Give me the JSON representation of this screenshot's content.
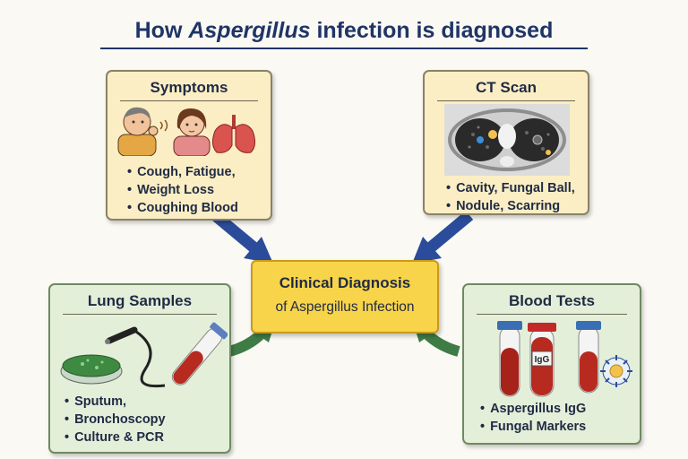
{
  "title": {
    "prefix": "How ",
    "italic": "Aspergillus",
    "suffix": " infection is diagnosed"
  },
  "symptoms": {
    "title": "Symptoms",
    "items": [
      "Cough, Fatigue,",
      "Weight Loss",
      "Coughing Blood"
    ]
  },
  "ct_scan": {
    "title": "CT Scan",
    "items": [
      "Cavity, Fungal Ball,",
      "Nodule, Scarring"
    ]
  },
  "lung_samples": {
    "title": "Lung Samples",
    "items": [
      "Sputum,",
      "Bronchoscopy",
      "Culture & PCR"
    ]
  },
  "blood_tests": {
    "title": "Blood Tests",
    "tube_label": "IgG",
    "items": [
      "Aspergillus IgG",
      "Fungal Markers"
    ]
  },
  "center": {
    "line1": "Clinical Diagnosis",
    "line2": "of Aspergillus Infection"
  },
  "colors": {
    "top_arrows": "#2b4c9b",
    "bottom_arrows": "#3e7c46",
    "center_fill": "#f8d44a"
  }
}
